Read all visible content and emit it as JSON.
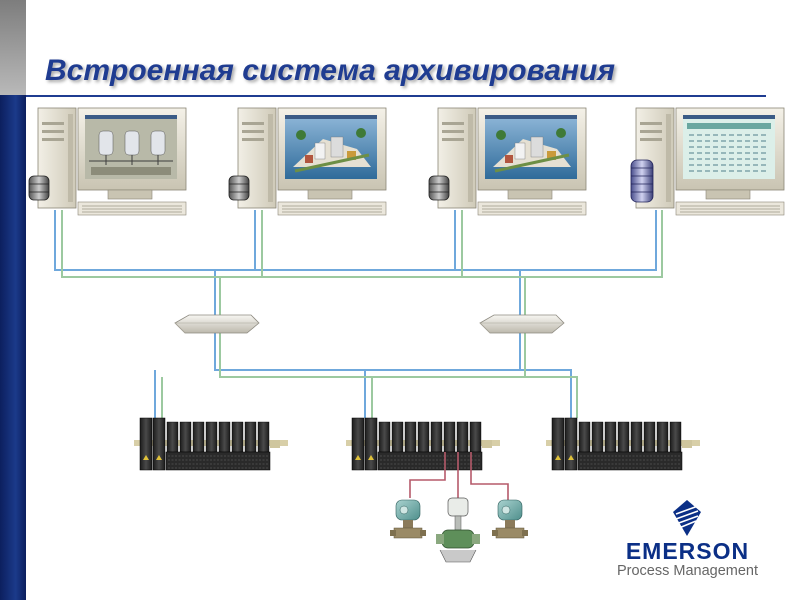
{
  "slide": {
    "title": "Встроенная система архивирования"
  },
  "logo": {
    "company": "EMERSON",
    "division": "Process Management"
  },
  "colors": {
    "title": "#1f3c91",
    "navy_bar": "#0c1f5e",
    "network_blue": "#6fa8dc",
    "network_green": "#9cc9a0",
    "field_wiring": "#b55a6a"
  },
  "icons": [
    "workstation-icon",
    "disk-stack-icon",
    "network-switch-icon",
    "controller-rack-icon",
    "transmitter-icon",
    "control-valve-icon",
    "emerson-logo-icon"
  ]
}
